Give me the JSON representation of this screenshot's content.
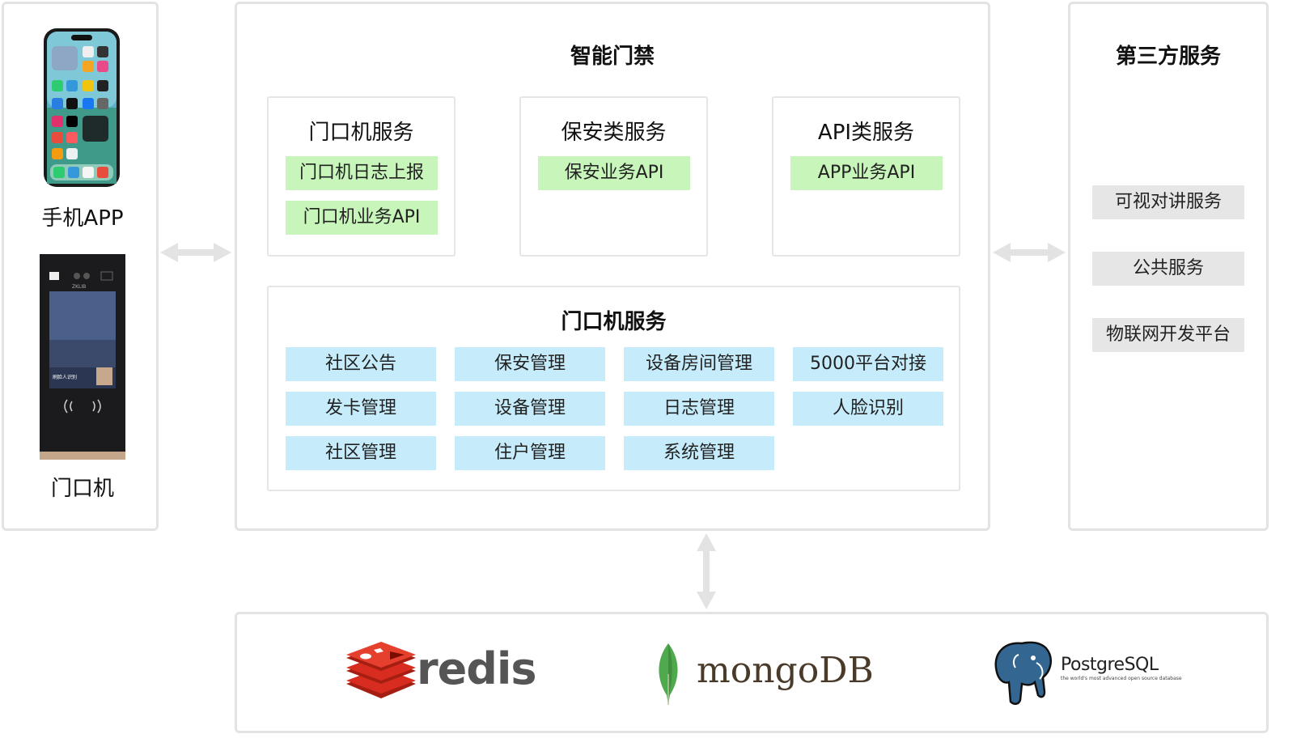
{
  "devices": {
    "phone_label": "手机APP",
    "intercom_label": "门口机",
    "intercom_brand": "ZKLIB",
    "intercom_card_text": "刷脸人识别"
  },
  "main": {
    "title": "智能门禁",
    "cards": [
      {
        "title": "门口机服务",
        "items": [
          "门口机日志上报",
          "门口机业务API"
        ]
      },
      {
        "title": "保安类服务",
        "items": [
          "保安业务API"
        ]
      },
      {
        "title": "API类服务",
        "items": [
          "APP业务API"
        ]
      }
    ],
    "core": {
      "title": "门口机服务",
      "items": [
        "社区公告",
        "保安管理",
        "设备房间管理",
        "5000平台对接",
        "发卡管理",
        "设备管理",
        "日志管理",
        "人脸识别",
        "社区管理",
        "住户管理",
        "系统管理"
      ]
    }
  },
  "third_party": {
    "title": "第三方服务",
    "items": [
      "可视对讲服务",
      "公共服务",
      "物联网开发平台"
    ]
  },
  "databases": {
    "redis": "redis",
    "mongo_a": "mongo",
    "mongo_b": "DB",
    "postgres": "PostgreSQL",
    "postgres_tagline": "the world's most advanced open source database"
  },
  "colors": {
    "green_chip": "#c7f5ba",
    "blue_chip": "#c6ecfb",
    "grey_chip": "#e6e6e6",
    "border": "#e3e3e3",
    "redis_red": "#d82c20",
    "mongo_green": "#4fa94d",
    "postgres_blue": "#336791"
  },
  "icons": [
    "phone-app-icon",
    "door-intercom-icon",
    "redis-logo",
    "mongodb-leaf-icon",
    "postgresql-elephant-icon"
  ]
}
